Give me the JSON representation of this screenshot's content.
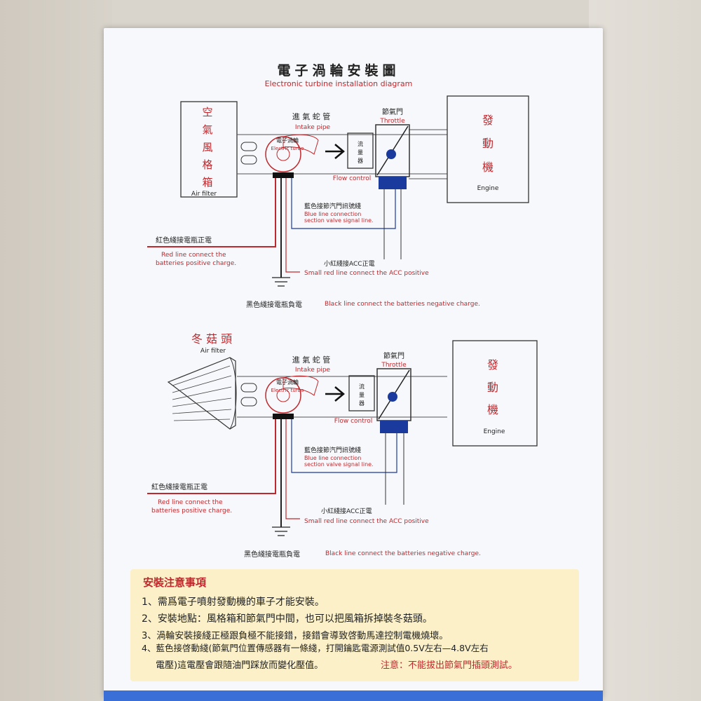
{
  "title_cn": "電子渦輪安裝圖",
  "title_en": "Electronic turbine installation diagram",
  "diagram1": {
    "filter_cn": [
      "空",
      "氣",
      "風",
      "格",
      "箱"
    ],
    "filter_en": "Air filter",
    "intake_cn": "進 氣 蛇 管",
    "intake_en": "Intake pipe",
    "turbo_cn": "電子渦輪",
    "turbo_en": "Electric turbo",
    "flow_cn": [
      "流",
      "量",
      "器"
    ],
    "flow_en": "Flow control",
    "throttle_cn": "節氣門",
    "throttle_en": "Throttle",
    "engine_cn": [
      "發",
      "動",
      "機"
    ],
    "engine_en": "Engine",
    "blue_cn": "藍色接節汽門訊號綫",
    "blue_en1": "Blue line connection",
    "blue_en2": "section valve signal line.",
    "red_cn": "紅色綫接電瓶正電",
    "red_en1": "Red line connect the",
    "red_en2": "batteries positive charge.",
    "acc_cn": "小紅綫接ACC正電",
    "acc_en": "Small red line connect the ACC positive",
    "black_cn": "黑色綫接電瓶負電",
    "black_en": "Black line connect the batteries negative charge."
  },
  "diagram2": {
    "filter_cn": "冬 菇 頭",
    "filter_en": "Air filter",
    "intake_cn": "進 氣 蛇 管",
    "intake_en": "Intake pipe",
    "turbo_cn": "電子渦輪",
    "turbo_en": "Electric turbo",
    "flow_cn": [
      "流",
      "量",
      "器"
    ],
    "flow_en": "Flow control",
    "throttle_cn": "節氣門",
    "throttle_en": "Throttle",
    "engine_cn": [
      "發",
      "動",
      "機"
    ],
    "engine_en": "Engine",
    "blue_cn": "藍色接節汽門訊號綫",
    "blue_en1": "Blue line connection",
    "blue_en2": "section valve signal line.",
    "red_cn": "紅色綫接電瓶正電",
    "red_en1": "Red line connect the",
    "red_en2": "batteries positive charge.",
    "acc_cn": "小紅綫接ACC正電",
    "acc_en": "Small red line connect the ACC positive",
    "black_cn": "黑色綫接電瓶負電",
    "black_en": "Black line connect the batteries negative charge."
  },
  "notes": {
    "title": "安裝注意事項",
    "items": [
      "1、需爲電子噴射發動機的車子才能安裝。",
      "2、安裝地點：風格箱和節氣門中間，也可以把風箱拆掉裝冬菇頭。",
      "3、渦輪安裝接綫正極跟負極不能接錯，接錯會導致啓動馬達控制電機燒壞。",
      "4、藍色接啓動綫(節氣門位置傳感器有一條綫，打開鑰匙電源測試值0.5V左右—4.8V左右",
      "電壓)這電壓會跟隨油門踩放而變化壓值。"
    ],
    "warning": "注意：不能拔出節氣門插頭測試。"
  },
  "colors": {
    "red": "#c0282d",
    "blue": "#1b3a9e",
    "ink": "#222222"
  }
}
